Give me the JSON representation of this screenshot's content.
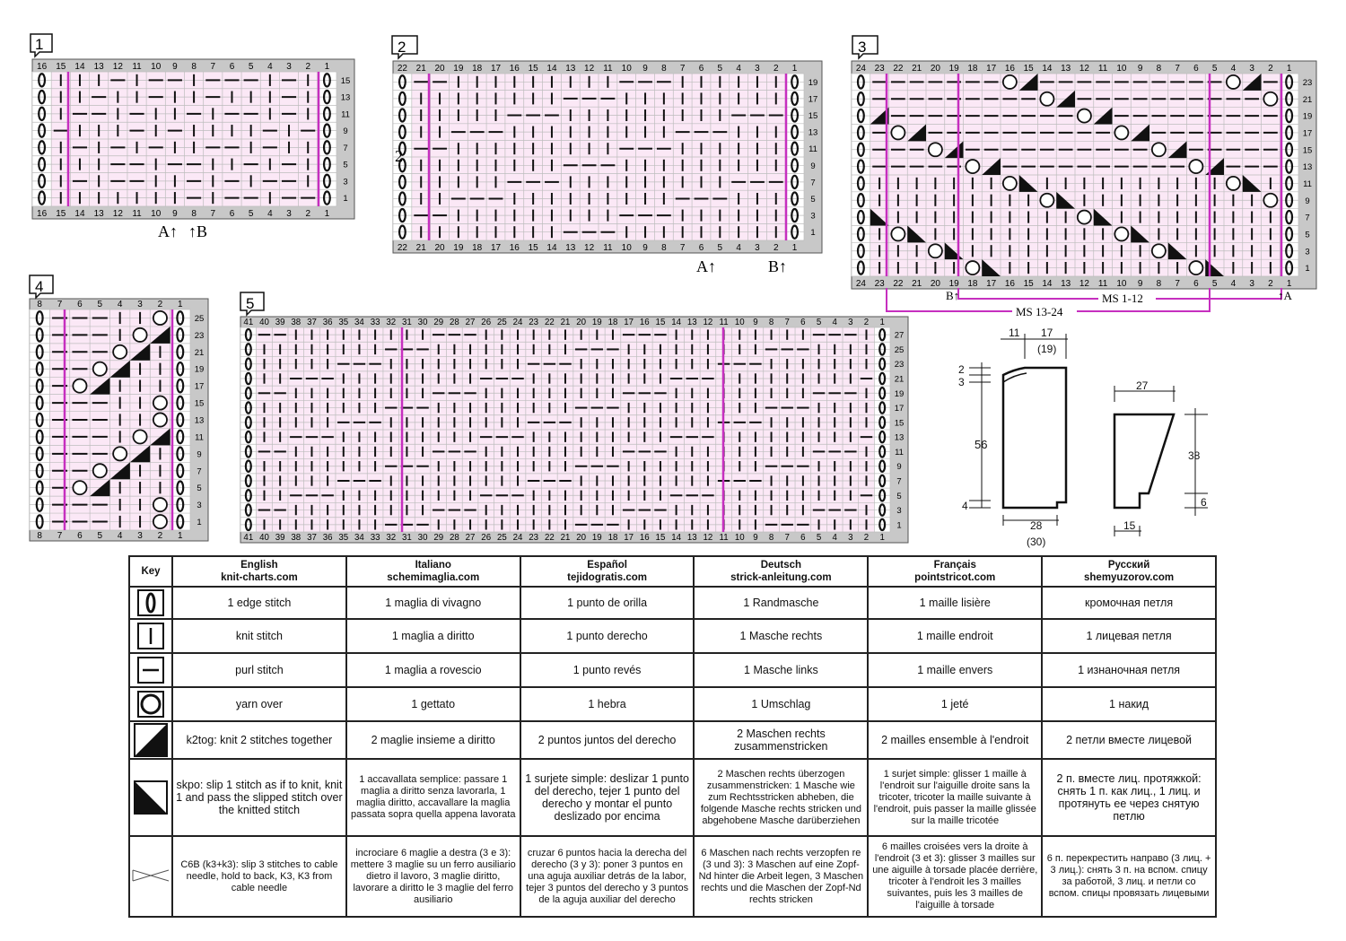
{
  "charts": [
    {
      "id": "1",
      "label": "1",
      "cols": 16,
      "rows": 15,
      "col_numbers": [
        "16",
        "15",
        "14",
        "13",
        "12",
        "11",
        "10",
        "9",
        "8",
        "7",
        "6",
        "5",
        "4",
        "3",
        "2",
        "1"
      ],
      "row_numbers": [
        "15",
        "13",
        "11",
        "9",
        "7",
        "5",
        "3",
        "1"
      ],
      "grid": [
        "E|||-|--|---|-|E",
        "E||-||-||-|||-|E",
        "E|--|-||-|--|-|E",
        "E-|||-|-||||-|-E",
        "E|-|-|-||--|-||E",
        "E|||--|--||-|-|E",
        "E|-|--||-|-|--|E",
        "E|||||||-|--|--E"
      ],
      "repeat_labels": [
        "A↑",
        "↑B"
      ]
    },
    {
      "id": "2",
      "label": "2",
      "cols": 22,
      "col_numbers": [
        "22",
        "21",
        "20",
        "19",
        "18",
        "17",
        "16",
        "15",
        "14",
        "13",
        "12",
        "11",
        "10",
        "9",
        "8",
        "7",
        "6",
        "5",
        "4",
        "3",
        "2",
        "1"
      ],
      "row_numbers": [
        "19",
        "17",
        "15",
        "13",
        "11",
        "9",
        "7",
        "5",
        "3",
        "1"
      ],
      "side_label": "2",
      "repeat_labels": [
        "A↑",
        "B↑"
      ]
    },
    {
      "id": "3",
      "label": "3",
      "cols": 24,
      "col_numbers": [
        "24",
        "23",
        "22",
        "21",
        "20",
        "19",
        "18",
        "17",
        "16",
        "15",
        "14",
        "13",
        "12",
        "11",
        "10",
        "9",
        "8",
        "7",
        "6",
        "5",
        "4",
        "3",
        "2",
        "1"
      ],
      "row_numbers": [
        "23",
        "21",
        "19",
        "17",
        "15",
        "13",
        "11",
        "9",
        "7",
        "5",
        "3",
        "1"
      ],
      "bottom_labels": [
        "B↑",
        "MS 1-12",
        "↑A",
        "MS 13-24"
      ]
    },
    {
      "id": "4",
      "label": "4",
      "cols": 8,
      "col_numbers": [
        "8",
        "7",
        "6",
        "5",
        "4",
        "3",
        "2",
        "1"
      ],
      "row_numbers": [
        "25",
        "23",
        "21",
        "19",
        "17",
        "15",
        "13",
        "11",
        "9",
        "7",
        "5",
        "3",
        "1"
      ]
    },
    {
      "id": "5",
      "label": "5",
      "cols": 41,
      "col_numbers": [
        "41",
        "40",
        "39",
        "38",
        "37",
        "36",
        "35",
        "34",
        "33",
        "32",
        "31",
        "30",
        "29",
        "28",
        "27",
        "26",
        "25",
        "24",
        "23",
        "22",
        "21",
        "20",
        "19",
        "18",
        "17",
        "16",
        "15",
        "14",
        "13",
        "12",
        "11",
        "10",
        "9",
        "8",
        "7",
        "6",
        "5",
        "4",
        "3",
        "2",
        "1"
      ],
      "row_numbers": [
        "27",
        "25",
        "23",
        "21",
        "19",
        "17",
        "15",
        "13",
        "11",
        "9",
        "7",
        "5",
        "3",
        "1"
      ]
    }
  ],
  "schematic": {
    "front": {
      "top_a": "11",
      "top_b": "17",
      "top_b2": "(19)",
      "left_a": "2",
      "left_b": "3",
      "height": "56",
      "hem": "4",
      "bottom": "28",
      "bottom2": "(30)"
    },
    "sleeve": {
      "top": "27",
      "height": "38",
      "cuff": "6",
      "bottom": "15"
    }
  },
  "legend": {
    "headers": [
      {
        "lang": "Key",
        "site": ""
      },
      {
        "lang": "English",
        "site": "knit-charts.com"
      },
      {
        "lang": "Italiano",
        "site": "schemimaglia.com"
      },
      {
        "lang": "Español",
        "site": "tejidogratis.com"
      },
      {
        "lang": "Deutsch",
        "site": "strick-anleitung.com"
      },
      {
        "lang": "Français",
        "site": "pointstricot.com"
      },
      {
        "lang": "Русский",
        "site": "shemyuzorov.com"
      }
    ],
    "rows": [
      {
        "symbol": "edge-stitch",
        "cells": [
          "1 edge stitch",
          "1 maglia di vivagno",
          "1 punto de orilla",
          "1 Randmasche",
          "1 maille lisière",
          "кромочная петля"
        ]
      },
      {
        "symbol": "knit-stitch",
        "cells": [
          "knit stitch",
          "1 maglia a diritto",
          "1 punto derecho",
          "1 Masche rechts",
          "1 maille endroit",
          "1 лицевая петля"
        ]
      },
      {
        "symbol": "purl-stitch",
        "cells": [
          "purl stitch",
          "1 maglia a rovescio",
          "1 punto revés",
          "1 Masche links",
          "1 maille envers",
          "1 изнаночная петля"
        ]
      },
      {
        "symbol": "yarn-over",
        "cells": [
          "yarn over",
          "1 gettato",
          "1 hebra",
          "1 Umschlag",
          "1 jeté",
          "1 накид"
        ]
      },
      {
        "symbol": "k2tog",
        "cells": [
          "k2tog: knit 2 stitches together",
          "2 maglie insieme a diritto",
          "2 puntos juntos del derecho",
          "2 Maschen rechts zusammenstricken",
          "2 mailles ensemble à l'endroit",
          "2 петли вместе лицевой"
        ]
      },
      {
        "symbol": "skpo",
        "cells": [
          "skpo: slip 1 stitch as if to knit, knit 1 and pass the slipped stitch over the knitted stitch",
          "1 accavallata semplice: passare 1 maglia a diritto senza lavorarla, 1 maglia diritto, accavallare la maglia passata sopra quella appena lavorata",
          "1 surjete simple: deslizar 1 punto del derecho, tejer 1 punto del derecho y montar el punto deslizado por encima",
          "2 Maschen rechts überzogen zusammenstricken: 1 Masche wie zum Rechtsstricken abheben, die folgende Masche rechts stricken und abgehobene Masche darüberziehen",
          "1 surjet simple: glisser 1 maille à l'endroit sur l'aiguille droite sans la tricoter, tricoter la maille suivante à l'endroit, puis passer la maille glissée sur la maille tricotée",
          "2 п. вместе лиц. протяжкой: снять 1 п. как лиц., 1 лиц. и протянуть ее через снятую петлю"
        ]
      },
      {
        "symbol": "c6b-cable",
        "cells": [
          "C6B (k3+k3): slip 3 stitches to cable needle, hold to back, K3, K3 from cable needle",
          "incrociare 6 maglie a destra (3 e 3): mettere 3 maglie su un ferro ausiliario dietro il lavoro, 3 maglie diritto, lavorare a diritto le 3 maglie del ferro ausiliario",
          "cruzar 6 puntos hacia la derecha del derecho (3 y 3): poner 3 puntos en una aguja auxiliar detrás de la labor, tejer 3 puntos del derecho y 3 puntos de la aguja auxiliar del derecho",
          "6 Maschen nach rechts verzopfen re (3 und 3): 3 Maschen auf eine Zopf-Nd hinter die Arbeit legen, 3 Maschen rechts und die Maschen der Zopf-Nd rechts stricken",
          "6 mailles croisées vers la droite à l'endroit (3 et 3): glisser 3 mailles sur une aiguille à torsade placée derrière, tricoter à l'endroit les 3 mailles suivantes, puis les 3 mailles de l'aiguille à torsade",
          "6 п. перекрестить направо (3 лиц. + 3 лиц.): снять 3 п. на вспом. спицу за работой, 3 лиц. и петли со вспом. спицы провязать лицевыми"
        ]
      }
    ]
  }
}
